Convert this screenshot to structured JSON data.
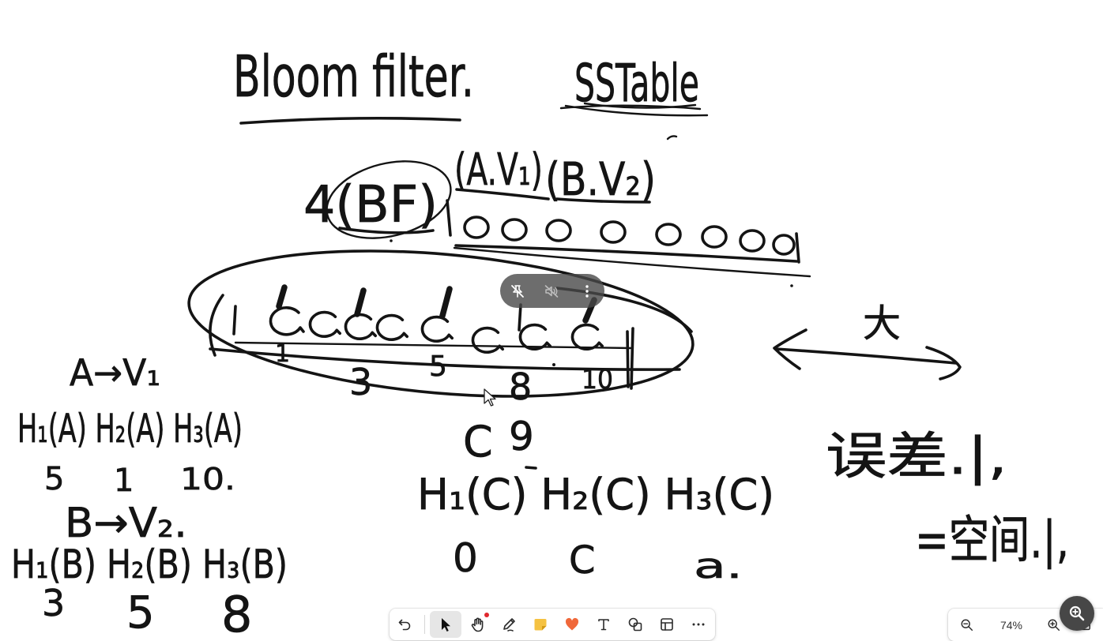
{
  "colors": {
    "ink": "#141414",
    "toolbar_active": "#e6e6e6",
    "sticky": "#f5c242",
    "heart": "#f0683a",
    "notification_dot": "#e0282e",
    "magnifier": "#474747"
  },
  "canvas": {
    "ink": {
      "title_bloom": "Bloom filter.",
      "title_sstable": "SSTable",
      "kv_a": "(A.V₁)",
      "kv_b": "(B.V₂)",
      "bf_label": "4(BF)",
      "bit_indices": [
        "1",
        "3",
        "5",
        "8",
        "10"
      ],
      "a_map": "A→V₁",
      "a_hashes": "H₁(A) H₂(A) H₃(A)",
      "a_values": [
        "5",
        "1",
        "10."
      ],
      "b_map": "B→V₂.",
      "b_hashes": "H₁(B) H₂(B) H₃(B)",
      "b_values": [
        "3",
        "5",
        "8"
      ],
      "c_key": "C",
      "c_note": "9",
      "c_hashes": "H₁(C) H₂(C) H₃(C)",
      "c_values": [
        "0",
        "C",
        "a."
      ],
      "size_label": "大",
      "note_line1": "误差.|,",
      "note_line2": "=空间.|,"
    }
  },
  "toolbar": {
    "undo_icon": "undo-icon",
    "tools": [
      {
        "icon": "pointer-icon",
        "active": true
      },
      {
        "icon": "hand-icon",
        "badge": true
      },
      {
        "icon": "pen-icon"
      },
      {
        "icon": "sticky-note-icon"
      },
      {
        "icon": "heart-icon"
      },
      {
        "icon": "text-icon"
      },
      {
        "icon": "shapes-icon"
      },
      {
        "icon": "template-icon"
      },
      {
        "icon": "more-icon"
      }
    ]
  },
  "zoom": {
    "level": "74%",
    "zoom_out_icon": "zoom-out-icon",
    "zoom_in_icon": "zoom-in-icon",
    "fit_icon": "fit-to-screen-icon"
  },
  "media_controls": {
    "icons": [
      "unpin-icon",
      "mute-icon",
      "more-vertical-icon"
    ]
  },
  "magnifier": {
    "icon": "magnifier-icon"
  }
}
